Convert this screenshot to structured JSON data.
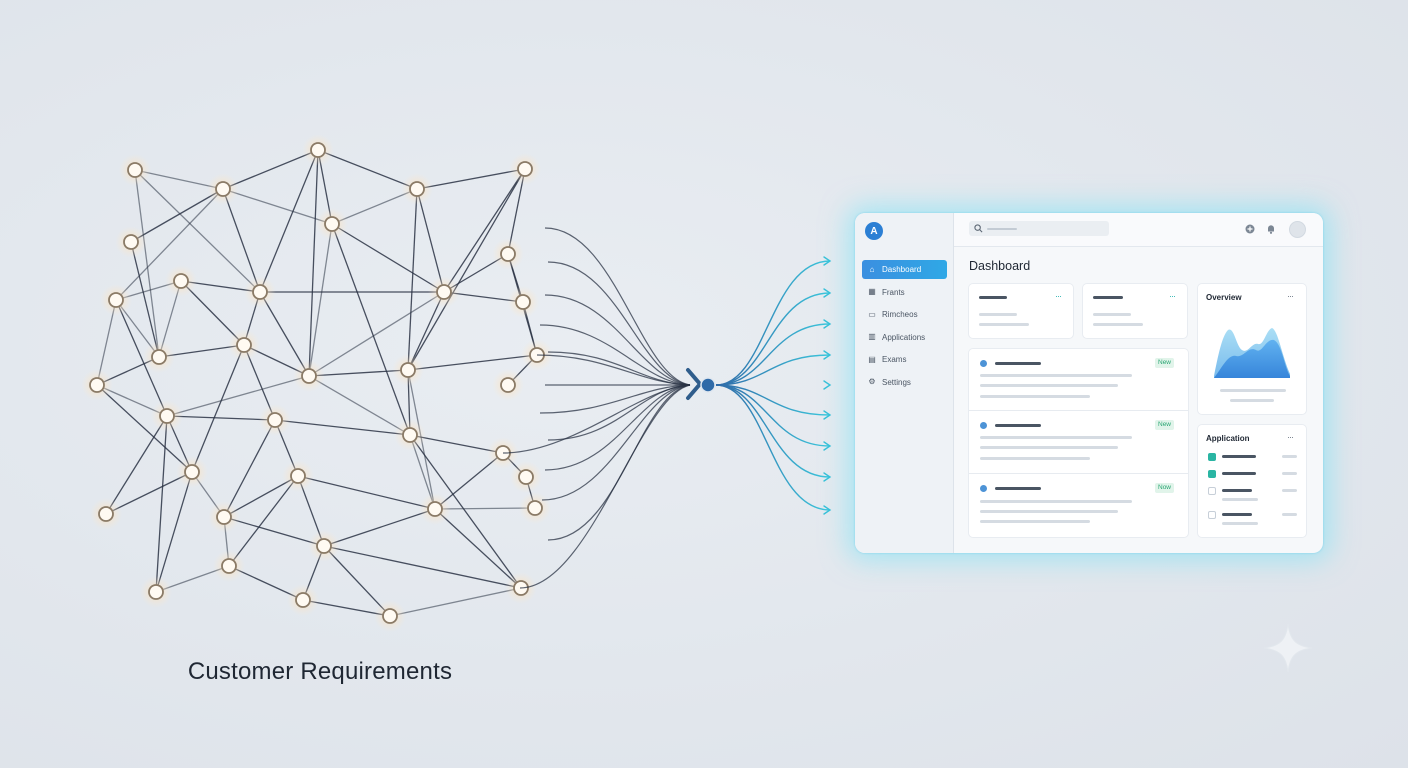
{
  "caption": "Customer Requirements",
  "colors": {
    "node_fill": "#fffaf2",
    "node_stroke": "#8a7a66",
    "node_glow": "#ffd9a6",
    "edge": "#2a3344",
    "funnel_out": "#36c0d8",
    "hub": "#2f6aa8",
    "accent": "#2f9ae0",
    "badge_green": "#2aa673"
  },
  "dashboard": {
    "logo": "A",
    "title": "Dashboard",
    "sidebar": {
      "items": [
        {
          "label": "Dashboard",
          "icon": "home-icon",
          "active": true
        },
        {
          "label": "Frants",
          "icon": "grid-icon",
          "active": false
        },
        {
          "label": "Rimcheos",
          "icon": "message-icon",
          "active": false
        },
        {
          "label": "Applications",
          "icon": "bar-chart-icon",
          "active": false
        },
        {
          "label": "Exams",
          "icon": "document-icon",
          "active": false
        },
        {
          "label": "Settings",
          "icon": "gear-icon",
          "active": false
        }
      ]
    },
    "topbar": {
      "icons": [
        "search-icon",
        "plus-circle-icon",
        "bell-icon",
        "avatar"
      ]
    },
    "list_items": [
      {
        "badge": "New"
      },
      {
        "badge": "New"
      },
      {
        "badge": "Now"
      }
    ],
    "overview": {
      "title": "Overview"
    },
    "application": {
      "title": "Application",
      "checks": [
        true,
        true,
        false,
        false
      ]
    }
  }
}
